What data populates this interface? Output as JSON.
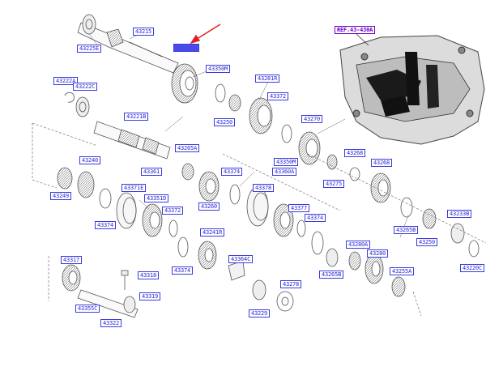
{
  "labels": {
    "p43225E": "43225E",
    "p43215": "43215",
    "p_selected": "",
    "p43350M_a": "43350M",
    "p43222A": "43222A",
    "p43222C": "43222C",
    "p43281R": "43281R",
    "p43372_a": "43372",
    "p43250_a": "43250",
    "p43221B": "43221B",
    "p43270": "43270",
    "p43265A": "43265A",
    "p43240": "43240",
    "p43361": "43361",
    "p43374_a": "43374",
    "p43350M_b": "43350M",
    "p43268": "43268",
    "p43268_b": "43268",
    "p43375": "43275",
    "p43249": "43249",
    "p43374_b": "43374",
    "p43371E": "43371E",
    "p43351D": "43351D",
    "p43372_b": "43372",
    "p43260": "43260",
    "p43378": "43378",
    "p43360A": "43360A",
    "p43377": "43377",
    "p43374_c": "43374",
    "p43241R": "43241R",
    "p43374_d": "43374",
    "p43280A": "43280A",
    "p43280": "43280",
    "p43265B": "43265B",
    "p43250_b": "43250",
    "p43220C": "43220C",
    "p43233B": "43233B",
    "p43317": "43317",
    "p43318": "43318",
    "p43319": "43319",
    "p43355C": "43355C",
    "p43322": "43322",
    "p43364C": "43364C",
    "p43229": "43229",
    "p43278": "43278",
    "p43255A": "43255A",
    "p43265B_b": "43265B",
    "ref": "REF.43-430A"
  },
  "colors": {
    "label_text": "#2a2ad0",
    "label_border": "#3a3ae0",
    "highlight": "#4a4ae8",
    "ref_text": "#6a00c8",
    "arrow": "#e02020",
    "line_art": "#555555"
  }
}
